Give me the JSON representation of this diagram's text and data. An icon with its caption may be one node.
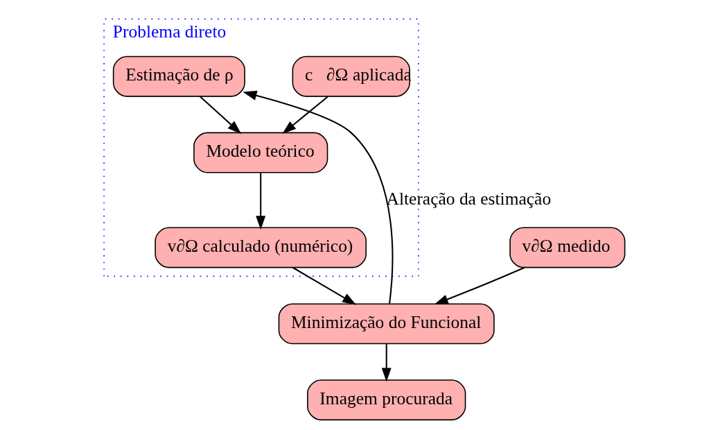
{
  "diagram": {
    "nodes": [
      {
        "text": [
          "Problema direto"
        ]
      },
      {
        "text": [
          "c⃗∂Ω aplicada"
        ],
        "in": 0
      },
      {
        "text": [
          "Estimação de ρ"
        ],
        "in": 0
      },
      {
        "text": [
          "Modelo teórico"
        ],
        "in": 0
      },
      {
        "text": [
          "v∂Ω calculado (numérico)"
        ],
        "in": 0
      },
      {
        "text": [
          "v∂Ω medido"
        ]
      },
      {
        "text": [
          "Minimização do Funcional"
        ]
      },
      {
        "text": [
          "Imagem procurada"
        ]
      }
    ],
    "edges": [
      {
        "from": 1,
        "to": 3,
        "arrow": "to"
      },
      {
        "from": 2,
        "to": 3,
        "arrow": "to"
      },
      {
        "from": 3,
        "to": 4,
        "arrow": "to"
      },
      {
        "from": 4,
        "to": 6,
        "arrow": "to"
      },
      {
        "from": 5,
        "to": 6,
        "arrow": "to"
      },
      {
        "from": 6,
        "to": 7,
        "arrow": "to"
      },
      {
        "from": 6,
        "to": 2,
        "arrow": "to",
        "label": "Alteração da estimação"
      }
    ]
  }
}
